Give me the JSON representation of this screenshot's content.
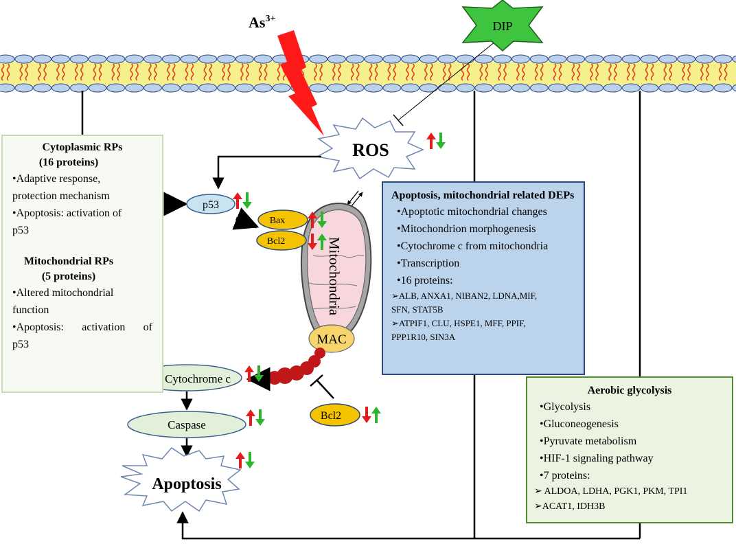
{
  "membrane": {
    "agent": "As",
    "agent_sup": "3+",
    "inhibitor": "DIP"
  },
  "nodes": {
    "ros": "ROS",
    "p53": "p53",
    "bax": "Bax",
    "bcl2_mito": "Bcl2",
    "mitochondria": "Mitochondria",
    "mac": "MAC",
    "cytochrome": "Cytochrome c",
    "caspase": "Caspase",
    "bcl2": "Bcl2",
    "apoptosis": "Apoptosis"
  },
  "cytoplasmic_box": {
    "title": "Cytoplasmic RPs",
    "subtitle": "(16 proteins)",
    "items": [
      "•Adaptive response,",
      "protection mechanism",
      "•Apoptosis: activation of",
      "p53"
    ],
    "title2": "Mitochondrial RPs",
    "subtitle2": "(5 proteins)",
    "items2": [
      "•Altered mitochondrial",
      "function",
      "•Apoptosis:  activation  of",
      "p53"
    ]
  },
  "mito_box": {
    "title": "Apoptosis, mitochondrial related DEPs",
    "items": [
      "•Apoptotic mitochondrial changes",
      "•Mitochondrion morphogenesis",
      "•Cytochrome c from mitochondria",
      "•Transcription",
      "•16 proteins:"
    ],
    "proteins": [
      "➢ALB, ANXA1, NIBAN2, LDNA,MIF,",
      "SFN, STAT5B",
      "➢ATPIF1, CLU, HSPE1, MFF, PPIF,",
      "PPP1R10, SIN3A"
    ]
  },
  "glycolysis_box": {
    "title": "Aerobic glycolysis",
    "items": [
      "•Glycolysis",
      "•Gluconeogenesis",
      "•Pyruvate metabolism",
      "•HIF-1 signaling pathway",
      "•7 proteins:"
    ],
    "proteins": [
      "➢ ALDOA, LDHA, PGK1, PKM, TPI1",
      "➢ACAT1, IDH3B"
    ]
  },
  "colors": {
    "up": "#e51c1c",
    "down": "#2cb52c",
    "membrane_fill": "#f6f08c",
    "membrane_head": "#bcd1ec",
    "lipid_tail": "#e0411f",
    "lightning": "#ff1a1a",
    "star": "#3ec43e",
    "p53_fill": "#c9e3f0",
    "node_fill": "#e2f0d9",
    "bax_fill": "#f6c300",
    "mito_fill": "#f7d7dc",
    "mac_fill": "#f8d46c",
    "beads": "#c01818"
  }
}
